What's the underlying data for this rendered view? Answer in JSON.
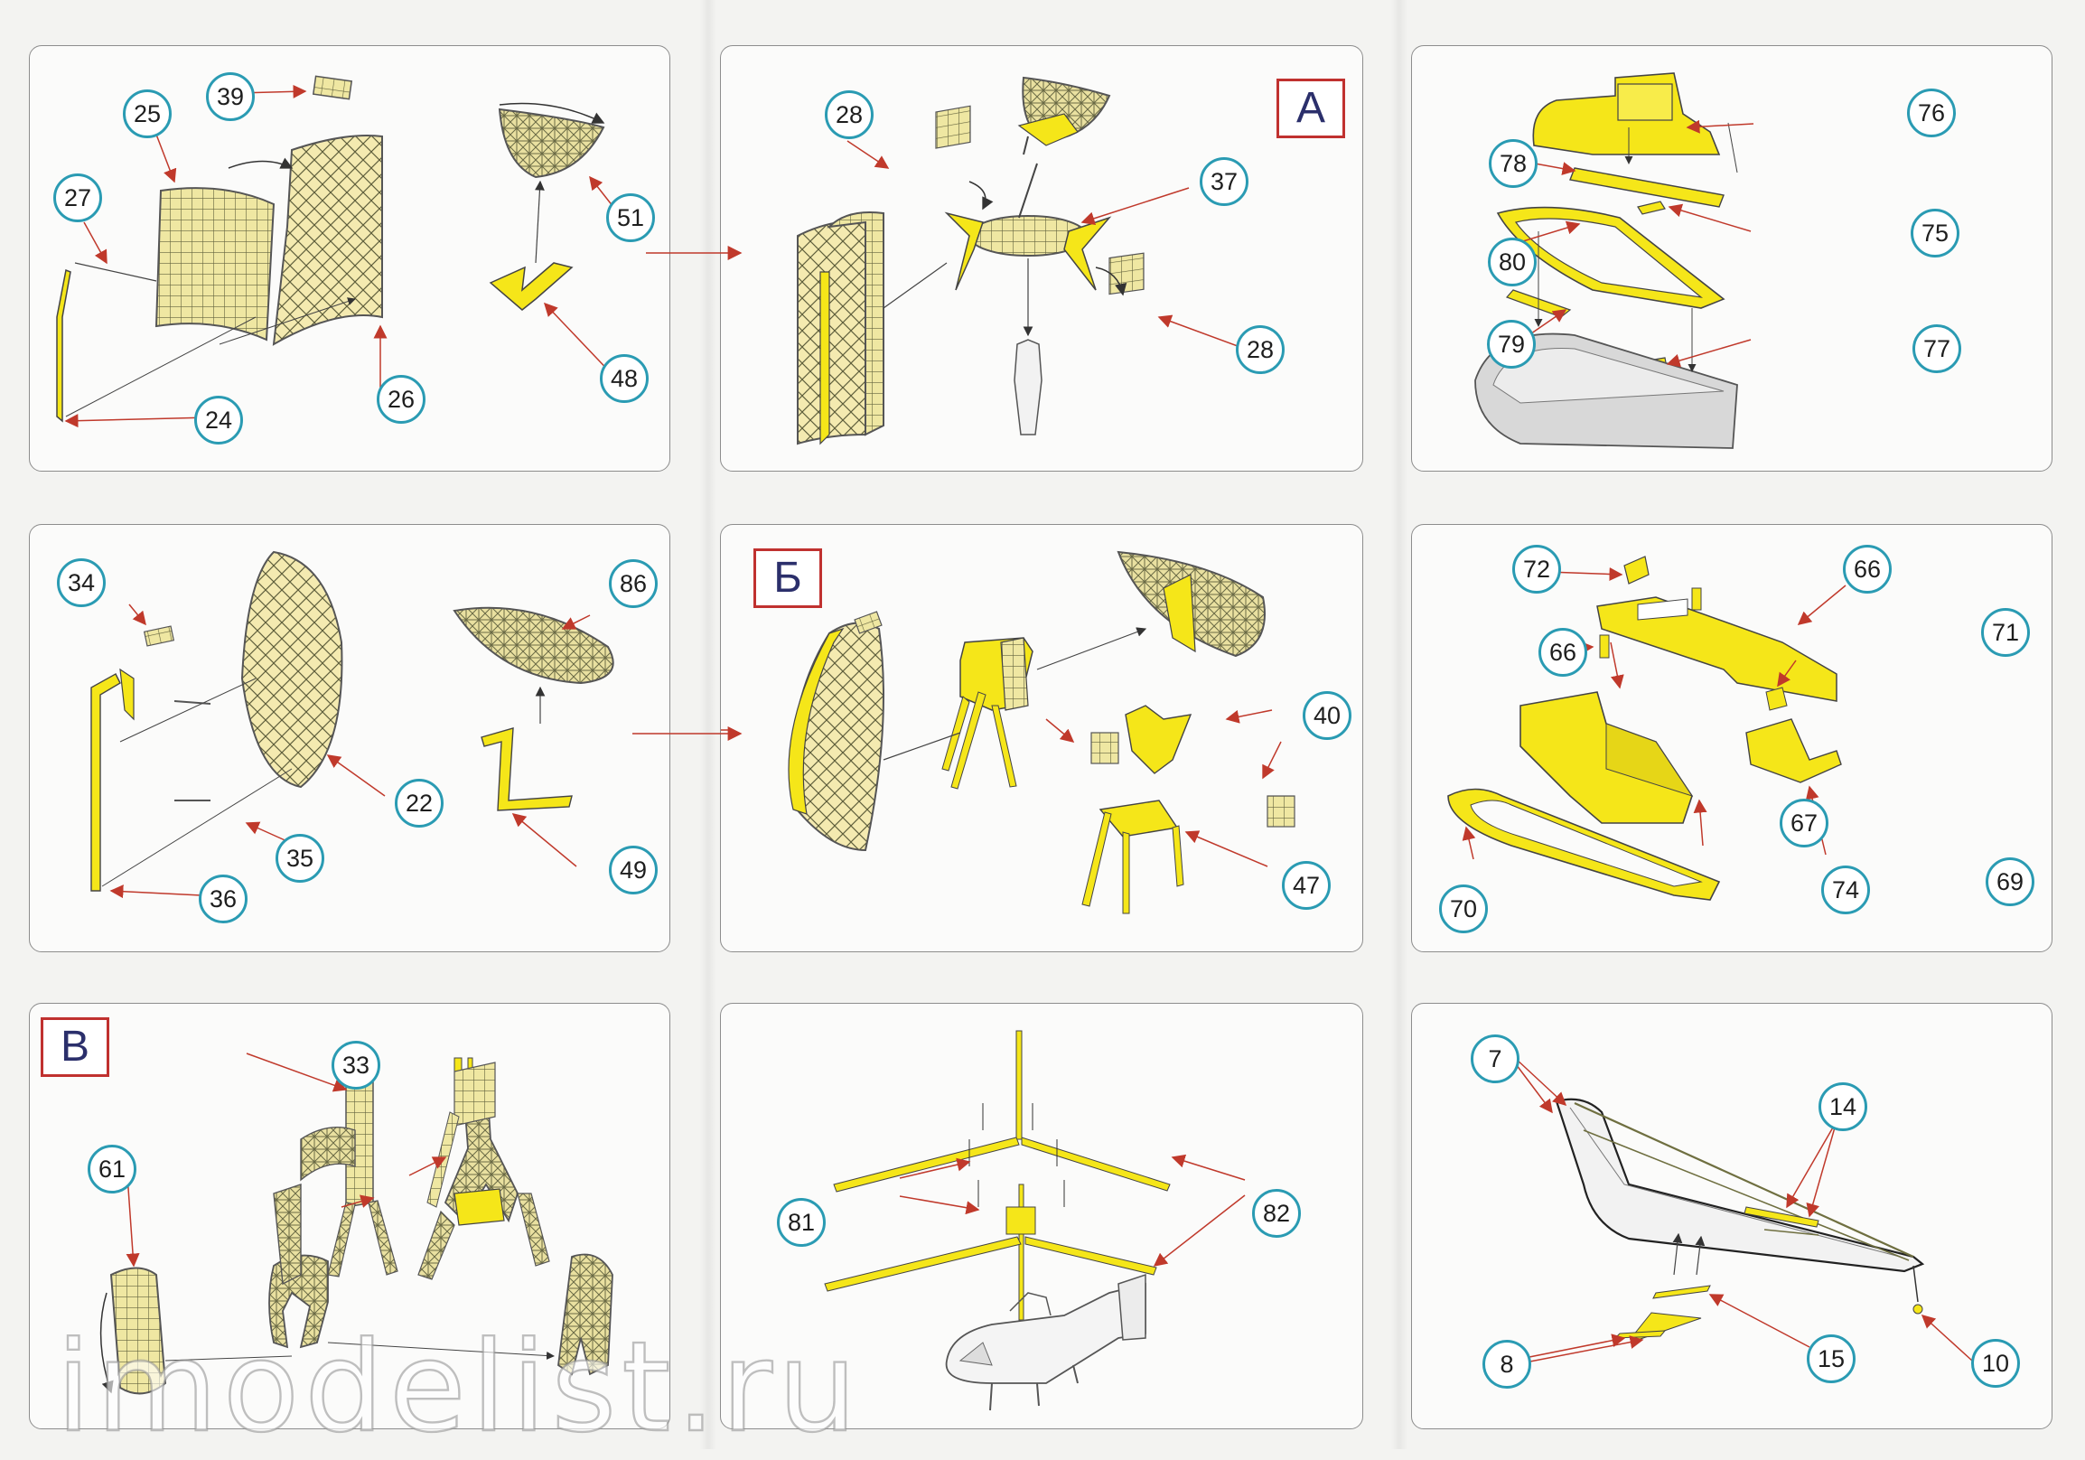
{
  "watermark": "imodelist.ru",
  "section_tags": {
    "a": "А",
    "b": "Б",
    "c": "В"
  },
  "callouts": {
    "p1": [
      "25",
      "39",
      "27",
      "51",
      "48",
      "26",
      "24"
    ],
    "p2": [
      "28",
      "37",
      "28"
    ],
    "p3": [
      "76",
      "78",
      "75",
      "80",
      "79",
      "77"
    ],
    "p4": [
      "34",
      "86",
      "22",
      "35",
      "49",
      "36"
    ],
    "p5": [
      "40",
      "47"
    ],
    "p6": [
      "72",
      "66",
      "66",
      "71",
      "67",
      "69",
      "74",
      "70"
    ],
    "p7": [
      "33",
      "61"
    ],
    "p8": [
      "81",
      "82"
    ],
    "p9": [
      "7",
      "14",
      "8",
      "15",
      "10"
    ]
  },
  "colors": {
    "part_fill": "#f4e55a",
    "part_bright": "#f5e619",
    "callout_ring": "#2a9bb3",
    "arrow": "#c0392b",
    "tag_border": "#c0312f",
    "tag_text": "#2b2f6b"
  }
}
